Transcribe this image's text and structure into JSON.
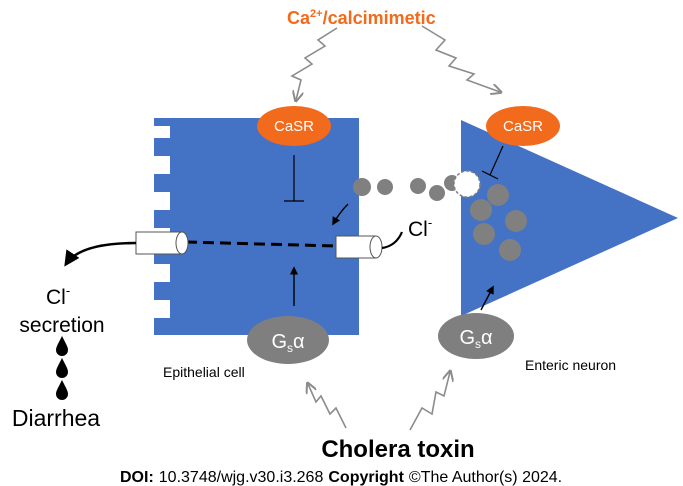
{
  "top_label": {
    "main": "Ca",
    "superscript": "2+",
    "rest": "/calcimimetic"
  },
  "receptors": {
    "epithelial": "CaSR",
    "neuron": "CaSR"
  },
  "g_protein": {
    "letter": "G",
    "subscript": "s",
    "alpha": "α"
  },
  "chloride": {
    "symbol": "Cl",
    "charge": "-"
  },
  "secretion_label": "secretion",
  "diarrhea_label": "Diarrhea",
  "epithelial_cell_label": "Epithelial cell",
  "enteric_neuron_label": "Enteric neuron",
  "toxin_label": "Cholera toxin",
  "citation": {
    "doi_label": "DOI:",
    "doi_value": "10.3748/wjg.v30.i3.268",
    "copyright_label": "Copyright",
    "copyright_value": "©The Author(s) 2024."
  },
  "colors": {
    "cell_blue": "#4472c4",
    "receptor_orange": "#f26a1b",
    "g_protein_gray": "#7f7f7f",
    "vesicle_gray": "#808080",
    "wavy_arrow_gray": "#a6a6a6",
    "title_orange": "#f26a1b"
  }
}
